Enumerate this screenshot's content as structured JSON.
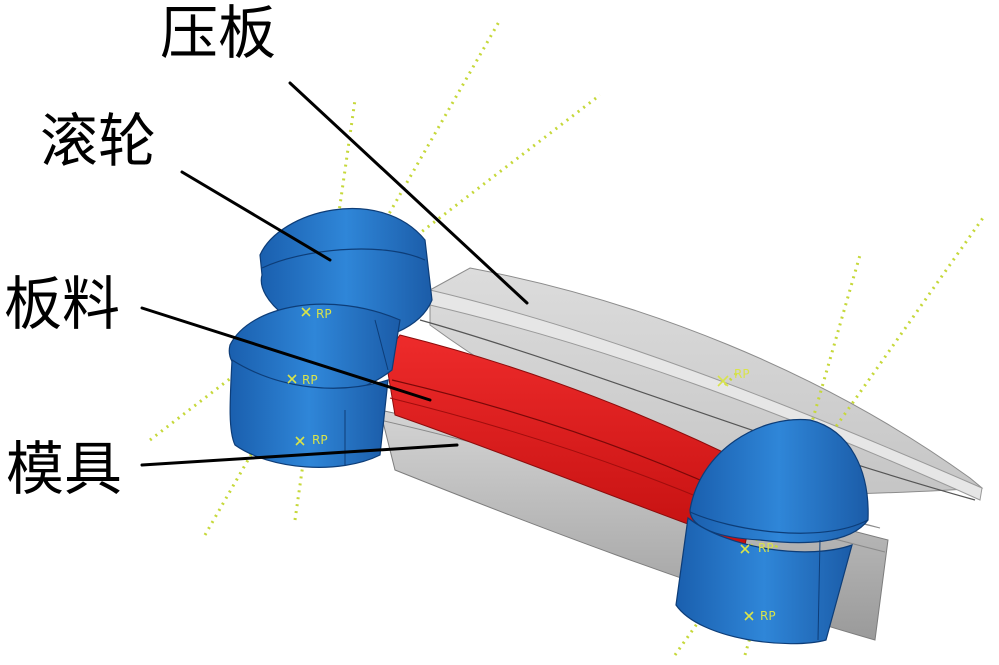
{
  "labels": {
    "pressure_plate": "压板",
    "roller": "滚轮",
    "sheet_blank": "板料",
    "die": "模具"
  },
  "reference_point_text": "RP",
  "colors": {
    "plate": "#d3d3d3",
    "die": "#c4c4c4",
    "sheet": "#e01c1c",
    "roller": "#1f6fc0",
    "reference_axis": "#c6d83a",
    "leader_line": "#000000"
  }
}
